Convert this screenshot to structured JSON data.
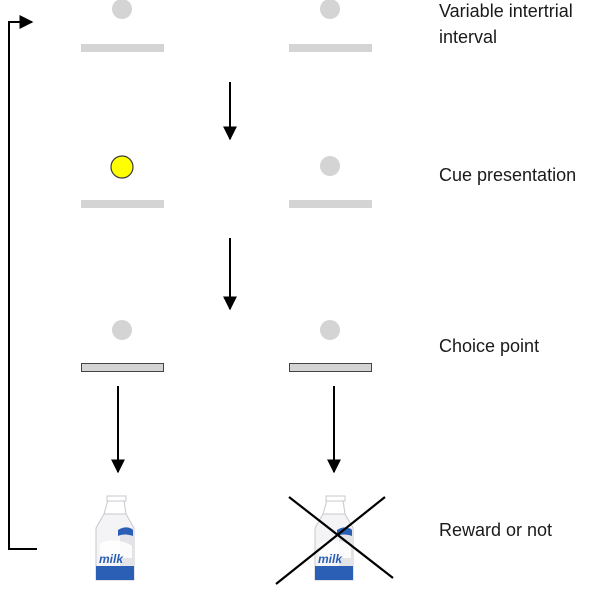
{
  "steps": {
    "iti": "Variable intertrial interval",
    "cue": "Cue presentation",
    "choice": "Choice point",
    "reward": "Reward or not"
  },
  "carton_label": "milk",
  "colors": {
    "stimulus_gray": "#d4d4d4",
    "lever_fill": "#d4d4d4",
    "lever_outline": "#444444",
    "cue_light": "#ffff00",
    "arrow": "#000000",
    "carton_white": "#f4f4f6",
    "carton_blue": "#2b5fb5"
  },
  "icons": [
    "light-icon",
    "lever-icon",
    "arrow-down-icon",
    "milk-carton-icon",
    "cross-icon"
  ]
}
